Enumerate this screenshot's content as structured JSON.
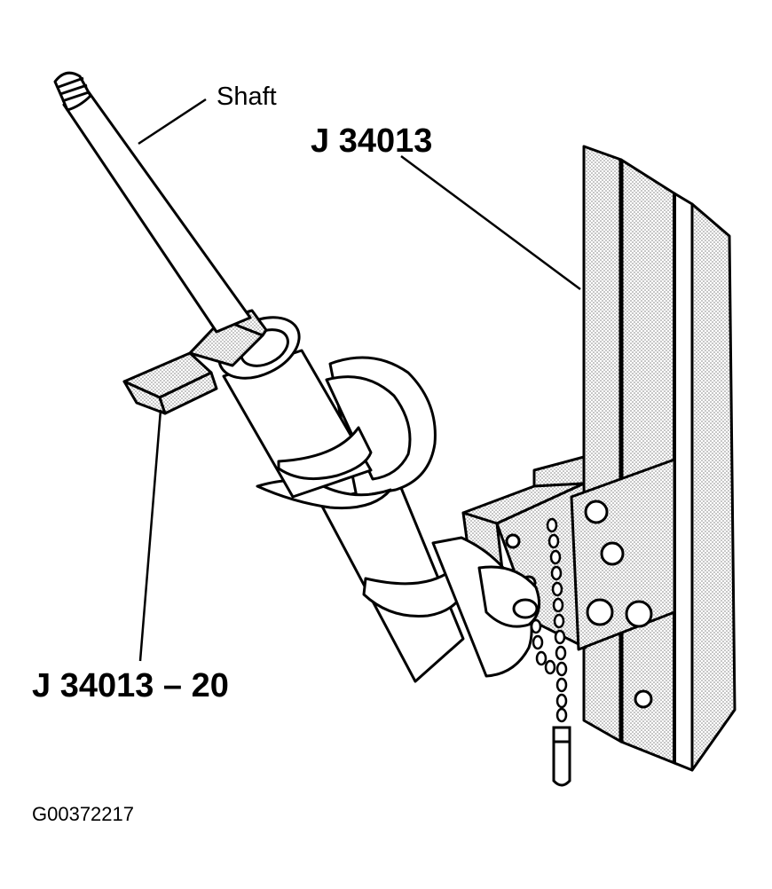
{
  "labels": {
    "shaft": "Shaft",
    "tool": "J 34013",
    "adapter": "J 34013 – 20",
    "figure_id": "G00372217"
  },
  "colors": {
    "ink": "#000000",
    "stipple": "#9a9a9a",
    "background": "#ffffff"
  }
}
